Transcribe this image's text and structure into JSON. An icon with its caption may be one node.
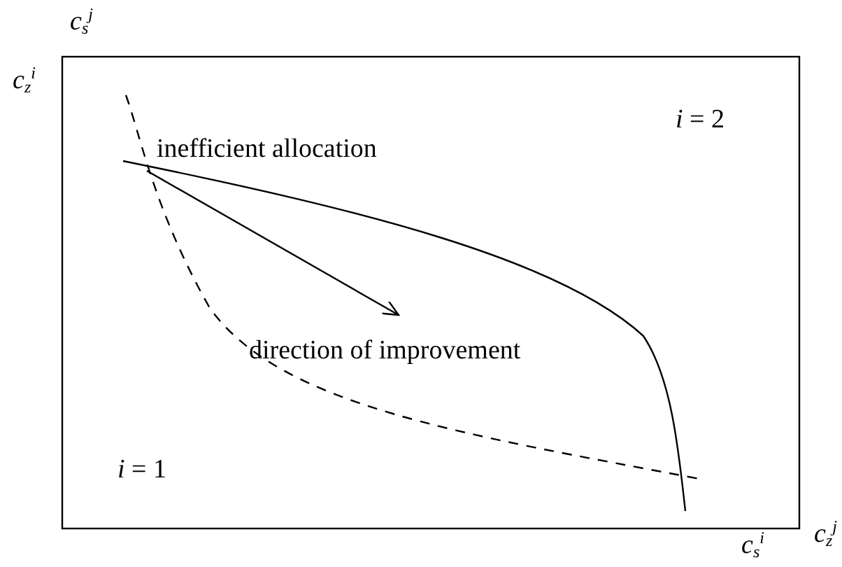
{
  "diagram": {
    "labels": [
      "c$_{s}$$^{j}$",
      "c$_{z}$$^{i}$",
      "*i* = 2",
      "inefficient allocation",
      "direction of improvement",
      "*i* = 1",
      "c$_{z}$$^{j}$",
      "c$_{s}$$^{i}$"
    ]
  }
}
